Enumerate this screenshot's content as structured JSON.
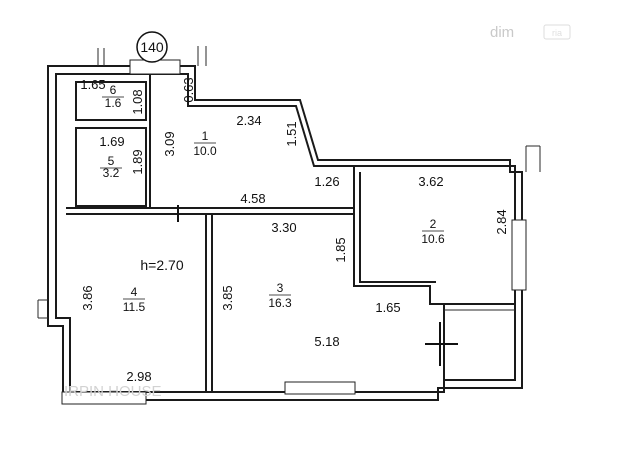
{
  "plan_number": "140",
  "watermarks": {
    "site": "dim",
    "site_suffix": "ria",
    "agency": "IRPIN HOUSE"
  },
  "ceiling_height": "h=2.70",
  "rooms": [
    {
      "id": "1",
      "area": "10.0"
    },
    {
      "id": "2",
      "area": "10.6"
    },
    {
      "id": "3",
      "area": "16.3"
    },
    {
      "id": "4",
      "area": "11.5"
    },
    {
      "id": "5",
      "area": "3.2"
    },
    {
      "id": "6",
      "area": "1.6"
    }
  ],
  "dimensions": {
    "d165_top": "1.65",
    "d108": "1.08",
    "d063": "0.63",
    "d234": "2.34",
    "d309": "3.09",
    "d151": "1.51",
    "d169": "1.69",
    "d189": "1.89",
    "d126": "1.26",
    "d362": "3.62",
    "d458": "4.58",
    "d284": "2.84",
    "d330": "3.30",
    "d185": "1.85",
    "d386": "3.86",
    "d385": "3.85",
    "d165_mid": "1.65",
    "d518": "5.18",
    "d298": "2.98"
  },
  "colors": {
    "wall": "#1a1a1a",
    "background": "#ffffff",
    "watermark": "#d2d2d2"
  }
}
